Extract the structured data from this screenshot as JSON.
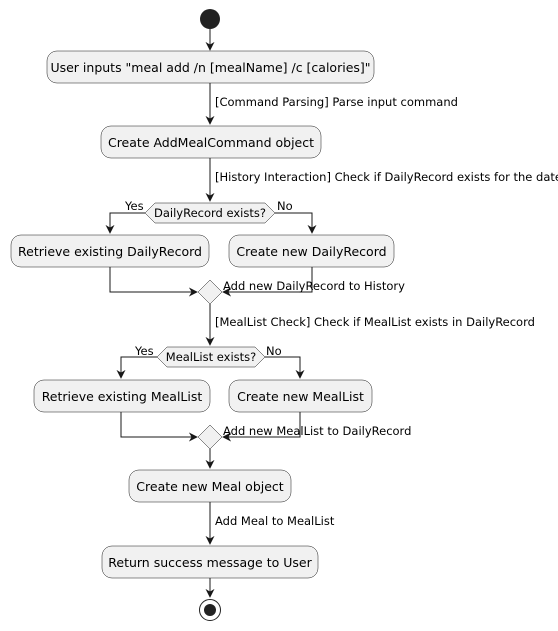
{
  "activities": {
    "user_input": "User inputs \"meal add /n [mealName] /c [calories]\"",
    "create_command": "Create AddMealCommand object",
    "retrieve_daily": "Retrieve existing DailyRecord",
    "create_daily": "Create new DailyRecord",
    "retrieve_meallist": "Retrieve existing MealList",
    "create_meallist": "Create new MealList",
    "create_meal": "Create new Meal object",
    "return_success": "Return success message to User"
  },
  "edges": {
    "parse": "[Command Parsing] Parse input command",
    "history_check": "[History Interaction] Check if DailyRecord exists for the date",
    "add_daily": "Add new DailyRecord to History",
    "meallist_check": "[MealList Check] Check if MealList exists in DailyRecord",
    "add_meallist": "Add new MealList to DailyRecord",
    "add_meal": "Add Meal to MealList"
  },
  "decisions": {
    "daily_exists": "DailyRecord exists?",
    "meallist_exists": "MealList exists?",
    "yes": "Yes",
    "no": "No"
  }
}
